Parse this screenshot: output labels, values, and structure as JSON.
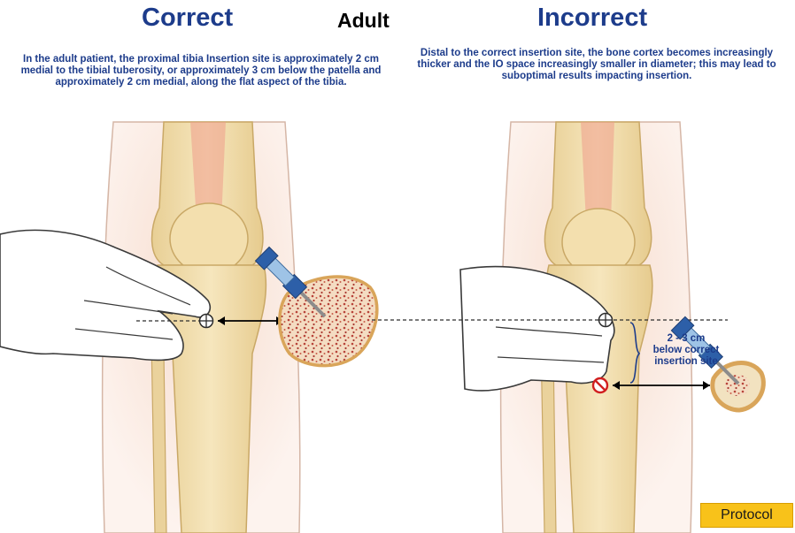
{
  "headings": {
    "correct": "Correct",
    "adult": "Adult",
    "incorrect": "Incorrect"
  },
  "descriptions": {
    "correct": "In the adult patient, the proximal tibia Insertion site is approximately 2 cm medial to the tibial tuberosity, or approximately 3 cm below the patella and approximately 2 cm medial, along the flat aspect of the tibia.",
    "incorrect": "Distal to the correct insertion site, the bone cortex becomes increasingly thicker and the IO space increasingly smaller in diameter; this may lead to suboptimal results impacting insertion."
  },
  "annotation": {
    "distance": "2 - 3 cm",
    "distance_note": "below correct insertion site"
  },
  "button": {
    "label": "Protocol"
  },
  "icons": {
    "insertion_target": "crosshair-circle-icon",
    "incorrect_site": "prohibited-icon"
  },
  "colors": {
    "heading": "#1d3c8b",
    "bone": "#f1dcaa",
    "skin": "#f3d8c9",
    "prohibit": "#d11f1f",
    "button": "#f8c21a"
  }
}
